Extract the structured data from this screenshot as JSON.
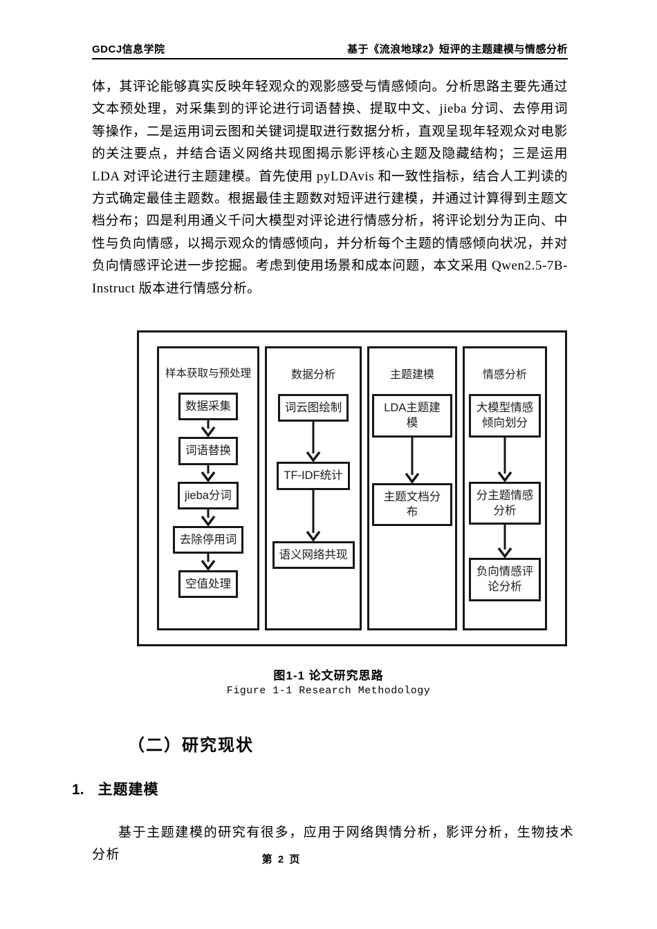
{
  "colors": {
    "text": "#000000",
    "background": "#ffffff",
    "line": "#161616"
  },
  "header": {
    "left": "GDCJ信息学院",
    "right": "基于《流浪地球2》短评的主题建模与情感分析"
  },
  "body": {
    "paragraph": "体，其评论能够真实反映年轻观众的观影感受与情感倾向。分析思路主要先通过文本预处理，对采集到的评论进行词语替换、提取中文、jieba 分词、去停用词等操作，二是运用词云图和关键词提取进行数据分析，直观呈现年轻观众对电影的关注要点，并结合语义网络共现图揭示影评核心主题及隐藏结构；三是运用 LDA 对评论进行主题建模。首先使用 pyLDAvis 和一致性指标，结合人工判读的方式确定最佳主题数。根据最佳主题数对短评进行建模，并通过计算得到主题文档分布；四是利用通义千问大模型对评论进行情感分析，将评论划分为正向、中性与负向情感，以揭示观众的情感倾向，并分析每个主题的情感倾向状况，并对负向情感评论进一步挖掘。考虑到使用场景和成本问题，本文采用 Qwen2.5-7B-Instruct 版本进行情感分析。",
    "paragraph2": "基于主题建模的研究有很多，应用于网络舆情分析，影评分析，生物技术分析"
  },
  "figure": {
    "columns": [
      {
        "title": "样本获取与预处理",
        "nodes": [
          "数据采集",
          "词语替换",
          "jieba分词",
          "去除停用词",
          "空值处理"
        ]
      },
      {
        "title": "数据分析",
        "nodes": [
          "词云图绘制",
          "TF-IDF统计",
          "语义网络共现"
        ]
      },
      {
        "title": "主题建模",
        "nodes": [
          "LDA主题建模",
          "主题文档分布"
        ]
      },
      {
        "title": "情感分析",
        "nodes": [
          "大模型情感倾向划分",
          "分主题情感分析",
          "负向情感评论分析"
        ]
      }
    ],
    "caption_zh": "图1-1 论文研究思路",
    "caption_en": "Figure 1-1 Research Methodology"
  },
  "headings": {
    "section": "（二）研究现状",
    "sub_number": "1.",
    "sub_label": "主题建模"
  },
  "footer": {
    "page_label": "第 2 页"
  }
}
